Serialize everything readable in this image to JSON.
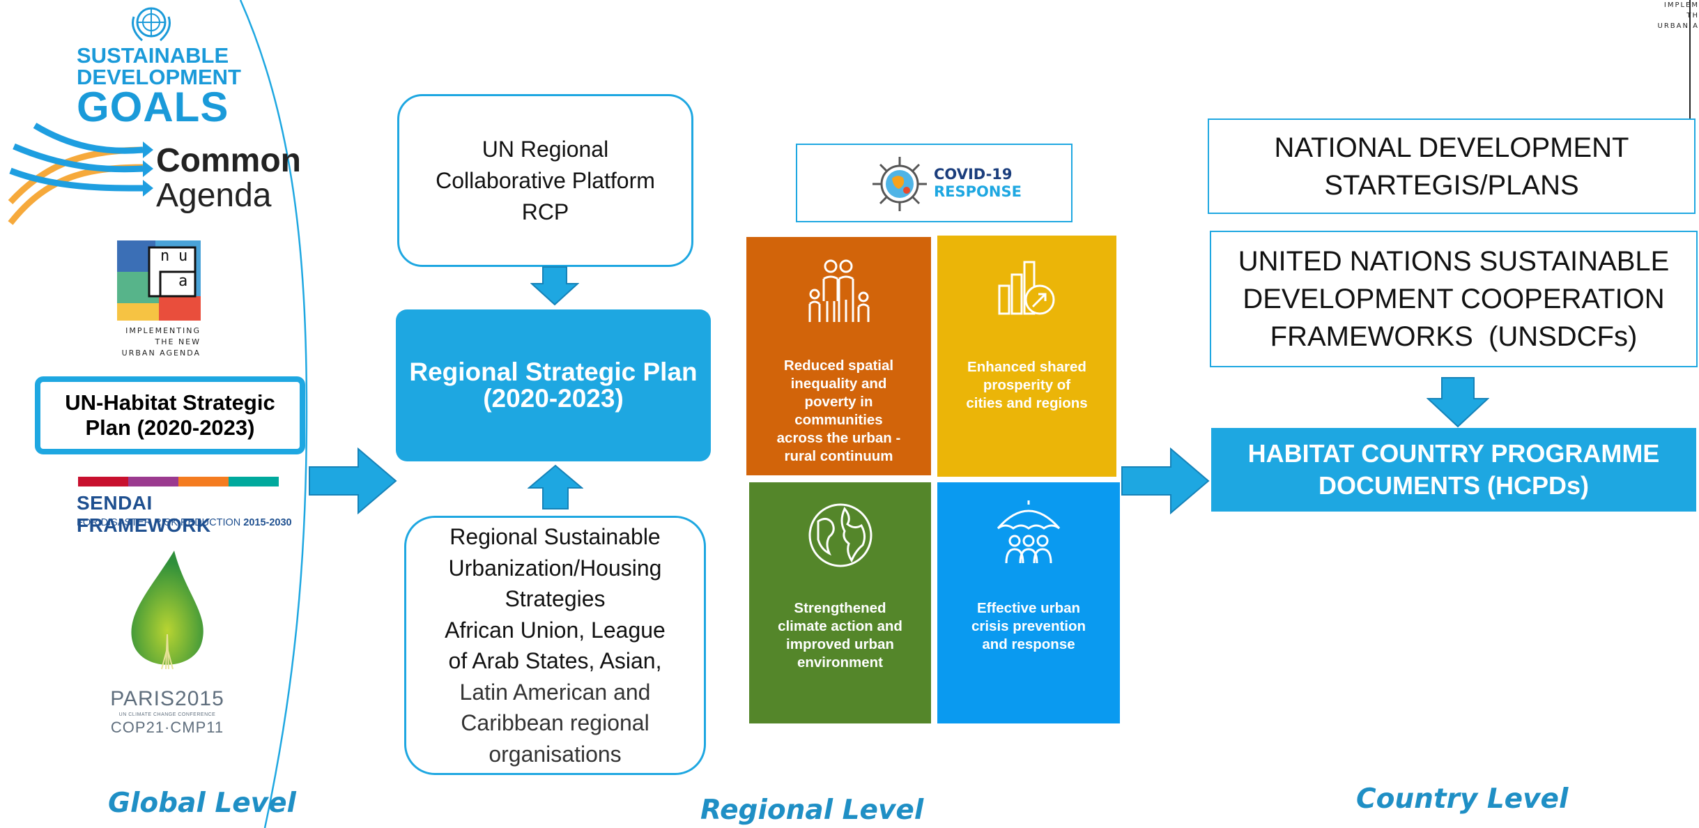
{
  "global": {
    "sdg_logo": {
      "line1": "SUSTAINABLE",
      "line2": "DEVELOPMENT",
      "line3": "GOALS"
    },
    "common_agenda": {
      "line1": "Common",
      "line2": "Agenda"
    },
    "nua_logo": {
      "letters": [
        "n",
        "u",
        "a"
      ],
      "caption1": "IMPLEMENTING",
      "caption2": "THE NEW",
      "caption3": "URBAN AGENDA"
    },
    "habitat_plan": {
      "line1": "UN-Habitat Strategic",
      "line2": "Plan (2020-2023)"
    },
    "sendai": {
      "title": "SENDAI FRAMEWORK",
      "subtitle_a": "FOR DISASTER RISK REDUCTION ",
      "subtitle_b": "2015-2030",
      "bar_colors": [
        "#c8102e",
        "#9b3a8f",
        "#f47c20",
        "#00a99d"
      ]
    },
    "paris": {
      "title": "PARIS2015",
      "small": "UN CLIMATE CHANGE CONFERENCE",
      "cop": "COP21·CMP11"
    },
    "label": "Global Level"
  },
  "regional": {
    "rcp": {
      "line1": "UN Regional",
      "line2": "Collaborative Platform",
      "line3": "RCP"
    },
    "rsp": {
      "line1": "Regional Strategic Plan",
      "line2": "(2020-2023)"
    },
    "rsus": [
      "Regional Sustainable",
      "Urbanization/Housing",
      "Strategies",
      "African Union, League",
      "of Arab States, Asian,",
      "Latin American and",
      "Caribbean regional",
      "organisations"
    ],
    "covid": {
      "line1": "COVID-19",
      "line2": "RESPONSE"
    },
    "tiles": [
      {
        "color": "#d2640a",
        "icon": "family-icon",
        "lines": [
          "Reduced spatial",
          "inequality and",
          "poverty in",
          "communities",
          "across the urban -",
          "rural continuum"
        ]
      },
      {
        "color": "#ebb508",
        "icon": "growth-chart-icon",
        "lines": [
          "Enhanced shared",
          "prosperity of",
          "cities and regions"
        ]
      },
      {
        "color": "#54862a",
        "icon": "globe-icon",
        "lines": [
          "Strengthened",
          "climate action and",
          "improved urban",
          "environment"
        ]
      },
      {
        "color": "#0a9af0",
        "icon": "umbrella-people-icon",
        "lines": [
          "Effective urban",
          "crisis prevention",
          "and response"
        ]
      }
    ],
    "label": "Regional Level"
  },
  "country": {
    "national": {
      "line1": "NATIONAL DEVELOPMENT",
      "line2": "STARTEGIS/PLANS"
    },
    "unsdcf": {
      "line1": "UNITED NATIONS SUSTAINABLE",
      "line2": "DEVELOPMENT COOPERATION",
      "line3": "FRAMEWORKS  (UNSDCFs)"
    },
    "hcpd": {
      "line1": "HABITAT COUNTRY PROGRAMME",
      "line2": "DOCUMENTS (HCPDs)"
    },
    "label": "Country Level",
    "corner_logo": {
      "line1": "IMPLEM",
      "line2": "TH",
      "line3": "URBAN A"
    }
  },
  "colors": {
    "accent": "#1ea7e1",
    "label": "#1f8fc5"
  }
}
